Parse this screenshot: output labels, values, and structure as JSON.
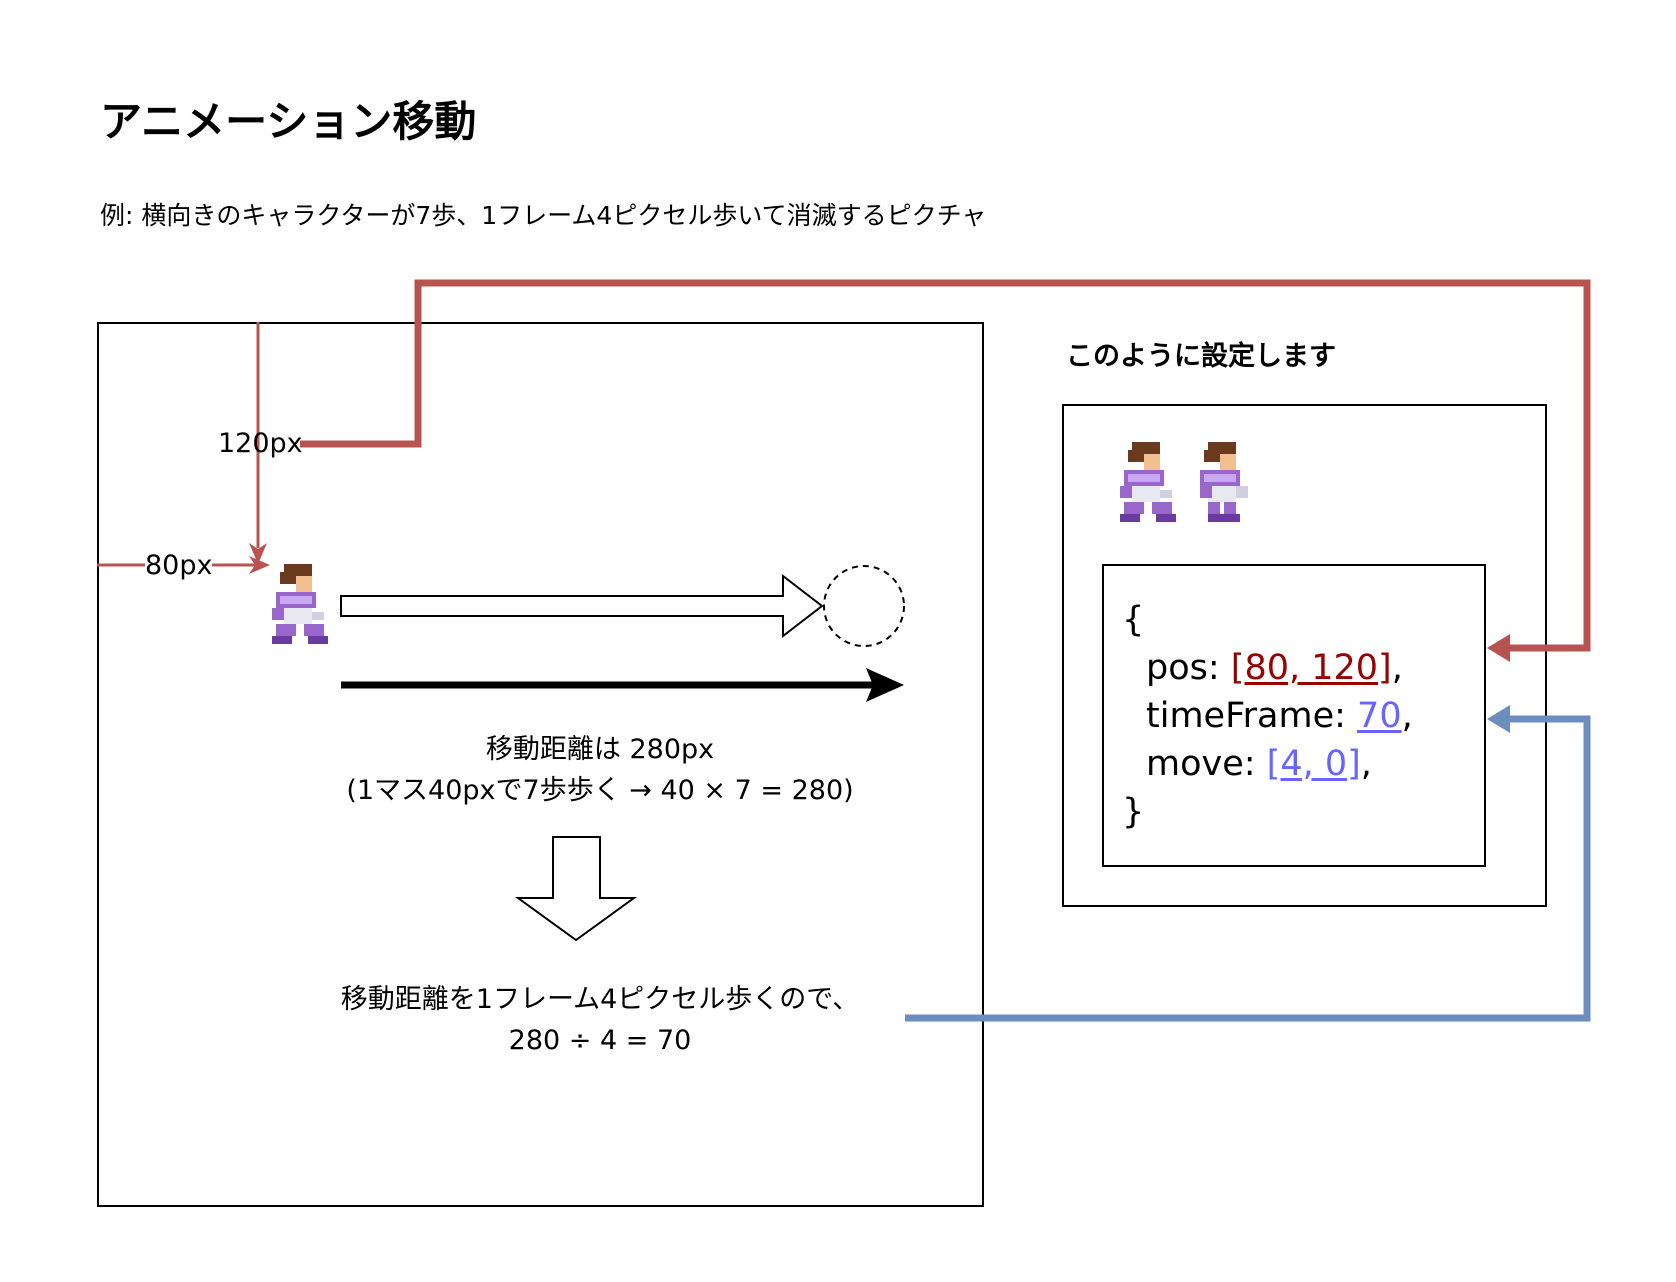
{
  "title": "アニメーション移動",
  "subtitle": "例: 横向きのキャラクターが7歩、1フレーム4ピクセル歩いて消滅するピクチャ",
  "left_panel": {
    "label_y": "120px",
    "label_x": "80px",
    "distance_line1": "移動距離は 280px",
    "distance_line2": "(1マス40pxで7歩歩く → 40 × 7 = 280)",
    "frames_line1": "移動距離を1フレーム4ピクセル歩くので、",
    "frames_line2": "280 ÷ 4 = 70"
  },
  "right_panel": {
    "heading": "このように設定します",
    "code": {
      "open": "{",
      "pos_key": "pos: ",
      "pos_value": "[80, 120]",
      "time_key": "timeFrame: ",
      "time_value": "70",
      "move_key": "move: ",
      "move_value": "[4, 0]",
      "comma": ",",
      "close": "}"
    }
  },
  "colors": {
    "red_arrow": "#b85450",
    "blue_arrow": "#6c8ebf",
    "code_red": "#990000",
    "code_blue": "#6666ff"
  },
  "icons": {
    "character": "pixel-character-sprite"
  }
}
